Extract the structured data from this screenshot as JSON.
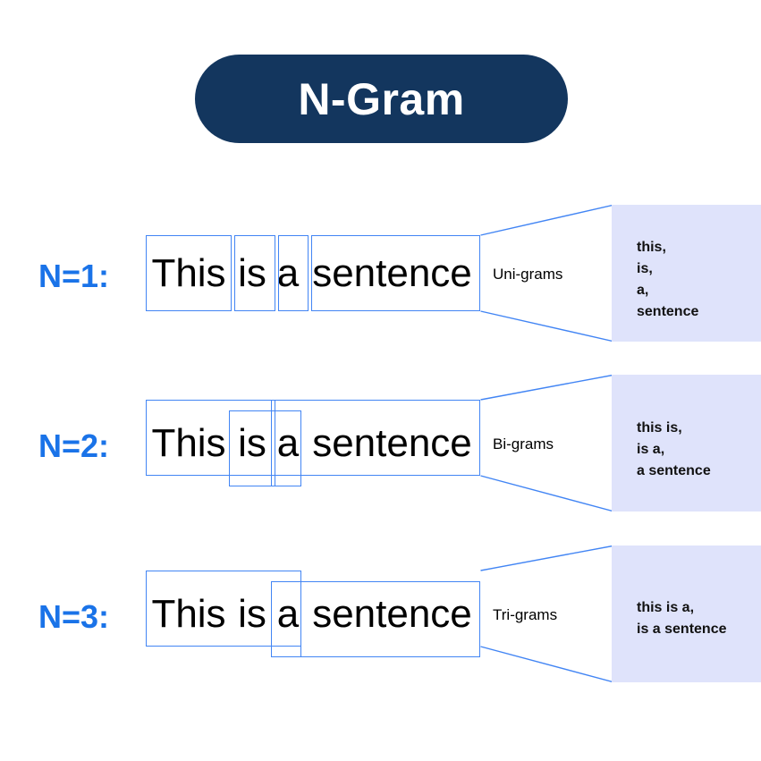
{
  "title": {
    "text": "N-Gram",
    "badge_color": "#13365e",
    "text_color": "#ffffff"
  },
  "colors": {
    "accent_blue": "#1a73e8",
    "box_stroke": "#4285f4",
    "panel_fill": "#dfe3fb",
    "text_black": "#000000"
  },
  "sentence": {
    "words": [
      "This",
      "is",
      "a",
      "sentence"
    ],
    "full": "This is a sentence"
  },
  "rows": [
    {
      "n_label": "N=1:",
      "gram_label": "Uni-grams",
      "words": [
        "This",
        "is",
        "a",
        "sentence"
      ],
      "grams": [
        "this,",
        "is,",
        "a,",
        "sentence"
      ],
      "output_text": "this,\nis,\na,\nsentence"
    },
    {
      "n_label": "N=2:",
      "gram_label": "Bi-grams",
      "words": [
        "This",
        "is",
        "a",
        "sentence"
      ],
      "grams": [
        "this is,",
        "is a,",
        "a sentence"
      ],
      "output_text": "this is,\nis a,\na sentence"
    },
    {
      "n_label": "N=3:",
      "gram_label": "Tri-grams",
      "words": [
        "This",
        "is",
        "a",
        "sentence"
      ],
      "grams": [
        "this is a,",
        "is a sentence"
      ],
      "output_text": "this is a,\nis a sentence"
    }
  ]
}
